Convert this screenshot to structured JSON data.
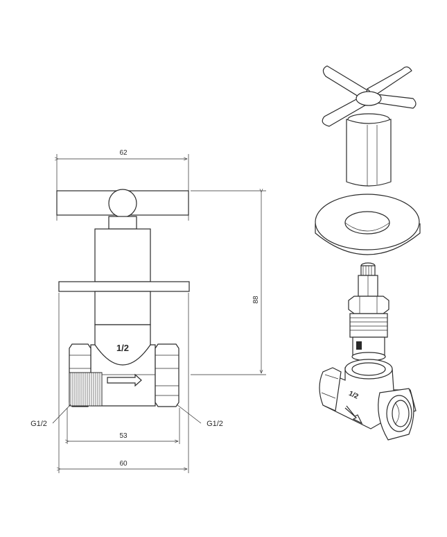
{
  "dimensions": {
    "handle_width": "62",
    "height": "88",
    "body_length": "53",
    "overall_length": "60"
  },
  "labels": {
    "size_marking": "1/2",
    "thread_left": "G1/2",
    "thread_right": "G1/2",
    "iso_size_marking": "1/2"
  }
}
